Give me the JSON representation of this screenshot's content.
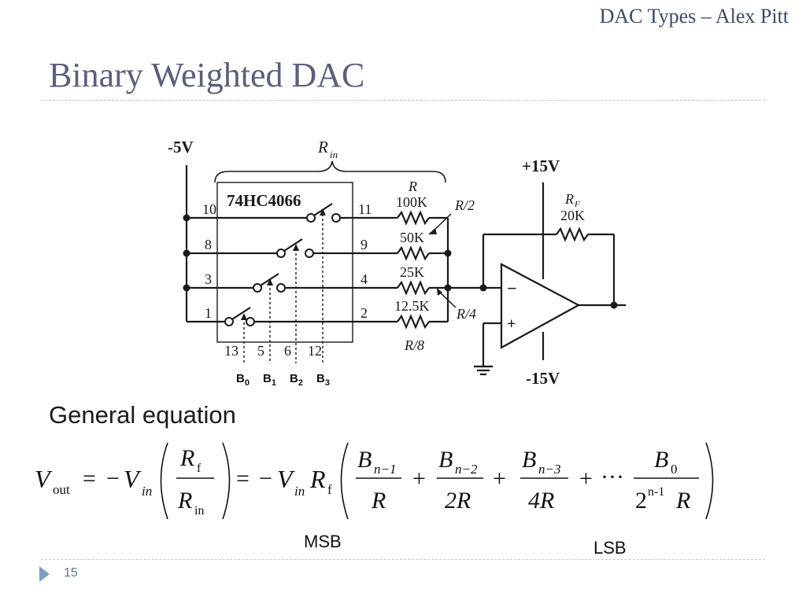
{
  "header": {
    "tag": "DAC Types – Alex Pitt"
  },
  "slide": {
    "title": "Binary Weighted DAC",
    "subhead": "General equation",
    "page_number": "15"
  },
  "circuit": {
    "supply_neg5": "-5V",
    "supply_pos15": "+15V",
    "supply_neg15": "-15V",
    "chip": "74HC4066",
    "rin": "R",
    "rin_sub": "in",
    "rf": "R",
    "rf_sub": "F",
    "rf_value": "20K",
    "r_label": "R",
    "r2_label": "R/2",
    "r4_label": "R/4",
    "r8_label": "R/8",
    "resistors": [
      "100K",
      "50K",
      "25K",
      "12.5K"
    ],
    "pins_left": [
      "10",
      "8",
      "3",
      "1"
    ],
    "pins_right": [
      "11",
      "9",
      "4",
      "2"
    ],
    "control_pins": [
      "13",
      "5",
      "6",
      "12"
    ],
    "opamp_minus": "−",
    "opamp_plus": "+",
    "bits": [
      {
        "letter": "B",
        "sub": "0"
      },
      {
        "letter": "B",
        "sub": "1"
      },
      {
        "letter": "B",
        "sub": "2"
      },
      {
        "letter": "B",
        "sub": "3"
      }
    ]
  },
  "equation": {
    "lhs": "V",
    "lhs_sub": "out",
    "eq": "=",
    "minus": "−",
    "vin": "V",
    "vin_sub": "in",
    "rf": "R",
    "rf_sub": "f",
    "rin": "R",
    "rin_sub": "in",
    "b1": "B",
    "b1_sub": "n−1",
    "d1": "R",
    "b2": "B",
    "b2_sub": "n−2",
    "d2": "2R",
    "b3": "B",
    "b3_sub": "n−3",
    "d3": "4R",
    "plus": "+",
    "dots": "···",
    "b0": "B",
    "b0_sub": "0",
    "d0_base": "2",
    "d0_exp": "n-1",
    "d0_r": "R"
  },
  "labels": {
    "msb": "MSB",
    "lsb": "LSB"
  }
}
